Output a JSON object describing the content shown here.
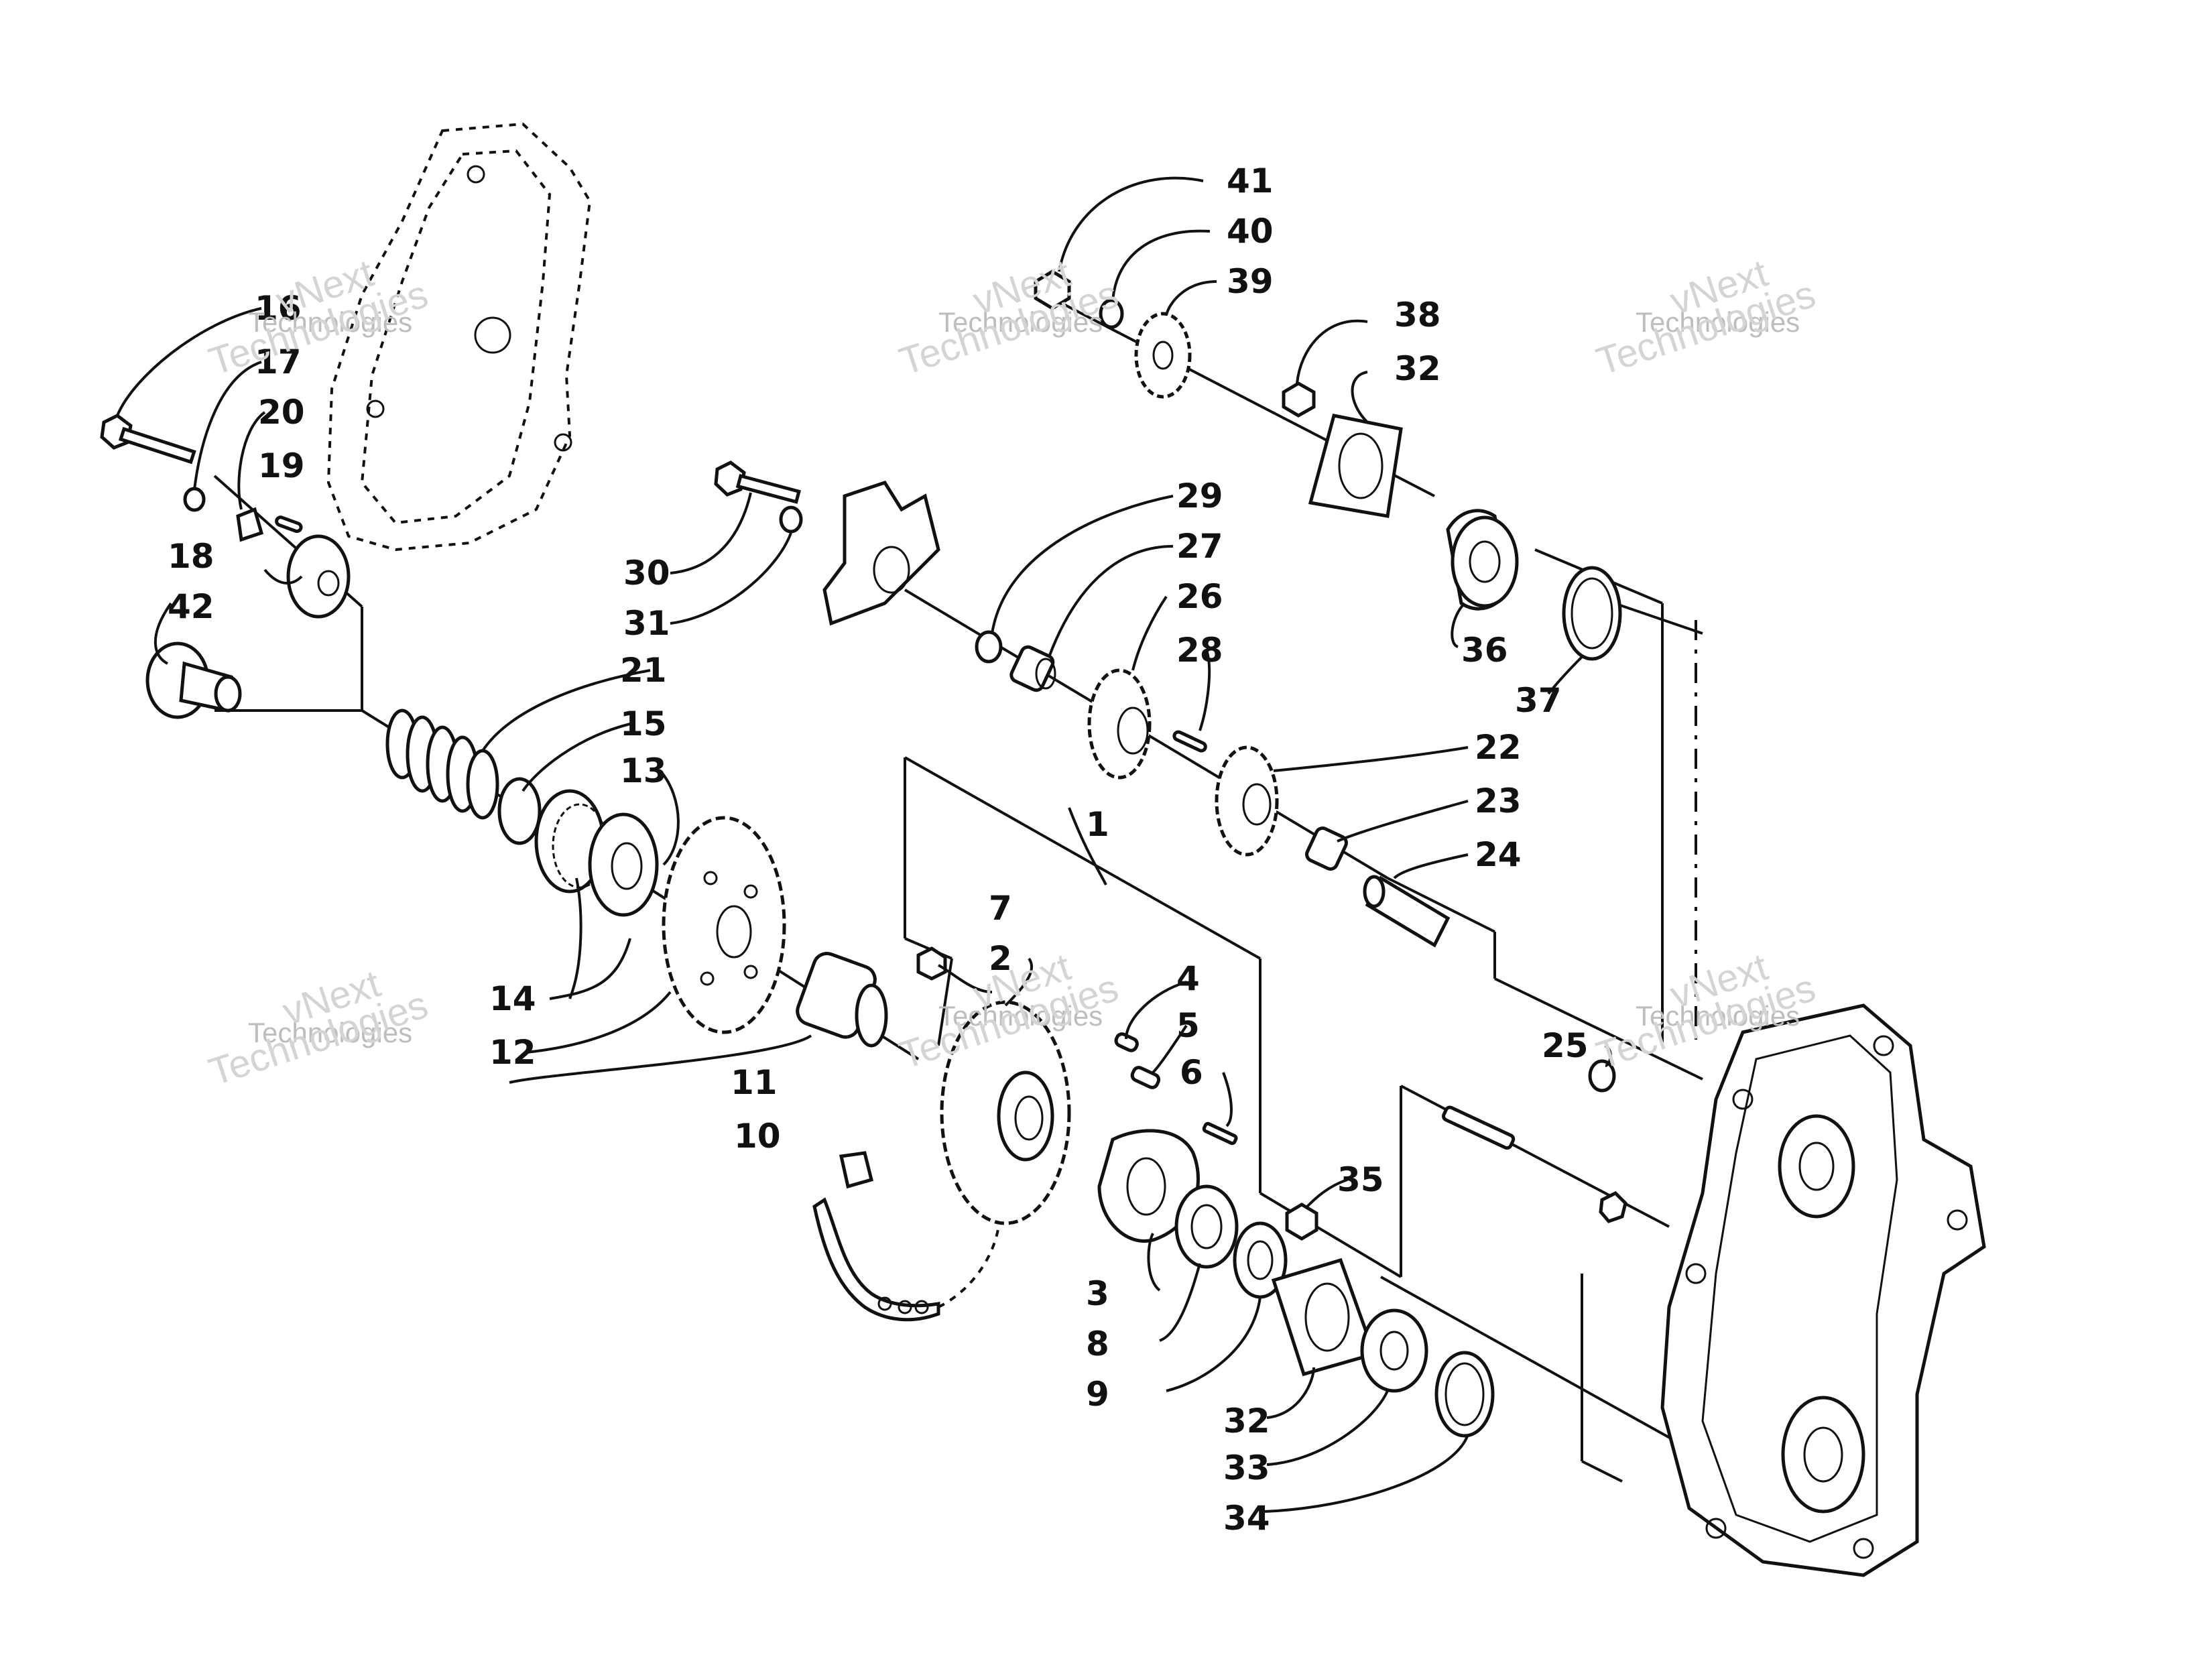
{
  "watermarks": [
    {
      "id": "wm-a",
      "line1": "vNext",
      "line2": "Technologies"
    },
    {
      "id": "wm-b",
      "line1": "vNext",
      "line2": "Technologies"
    },
    {
      "id": "wm-c",
      "line1": "vNext",
      "line2": "Technologies"
    },
    {
      "id": "wm-d",
      "line1": "vNext",
      "line2": "Technologies"
    },
    {
      "id": "wm-e",
      "line1": "vNext",
      "line2": "Technologies"
    },
    {
      "id": "wm-f",
      "line1": "vNext",
      "line2": "Technologies"
    }
  ],
  "callouts": {
    "c1": "1",
    "c2": "2",
    "c3": "3",
    "c4": "4",
    "c5": "5",
    "c6": "6",
    "c7": "7",
    "c8": "8",
    "c9": "9",
    "c10": "10",
    "c11": "11",
    "c12": "12",
    "c13": "13",
    "c14": "14",
    "c15": "15",
    "c16": "16",
    "c17": "17",
    "c18": "18",
    "c19": "19",
    "c20": "20",
    "c21": "21",
    "c22": "22",
    "c23": "23",
    "c24": "24",
    "c25": "25",
    "c26": "26",
    "c27": "27",
    "c28": "28",
    "c29": "29",
    "c30": "30",
    "c31": "31",
    "c32a": "32",
    "c32b": "32",
    "c33": "33",
    "c34": "34",
    "c35": "35",
    "c36": "36",
    "c37": "37",
    "c38": "38",
    "c39": "39",
    "c40": "40",
    "c41": "41",
    "c42": "42"
  }
}
